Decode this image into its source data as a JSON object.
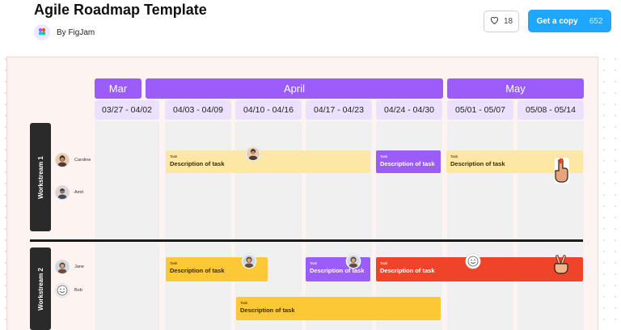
{
  "header": {
    "title": "Agile Roadmap Template",
    "author": "By FigJam",
    "likes": "18",
    "copy_label": "Get a copy",
    "copy_count": "652"
  },
  "roadmap": {
    "months": [
      {
        "label": "Mar"
      },
      {
        "label": "April"
      },
      {
        "label": "May"
      }
    ],
    "weeks": [
      "03/27 - 04/02",
      "04/03 - 04/09",
      "04/10 - 04/16",
      "04/17 - 04/23",
      "04/24 - 04/30",
      "05/01 - 05/07",
      "05/08 - 05/14"
    ],
    "workstreams": [
      {
        "label": "Workstream 1",
        "members": [
          "Caroline",
          "Amit"
        ]
      },
      {
        "label": "Workstream 2",
        "members": [
          "Jane",
          "Bob"
        ]
      }
    ],
    "tasks": [
      {
        "label": "Task",
        "description": "Description of task",
        "color": "#fde7a5"
      },
      {
        "label": "Task",
        "description": "Description of task",
        "color": "#9b5cf7"
      },
      {
        "label": "Task",
        "description": "Description of task",
        "color": "#fde7a5"
      },
      {
        "label": "Task",
        "description": "Description of task",
        "color": "#fdc836"
      },
      {
        "label": "Task",
        "description": "Description of task",
        "color": "#9b5cf7"
      },
      {
        "label": "Task",
        "description": "Description of task",
        "color": "#f0442a"
      },
      {
        "label": "Task",
        "description": "Description of task",
        "color": "#fdc836"
      }
    ]
  },
  "icons": {
    "like": "heart-icon",
    "logo": "figjam-logo-icon",
    "stickers": [
      "hand-pointing-up-sticker",
      "peace-sign-sticker"
    ]
  }
}
